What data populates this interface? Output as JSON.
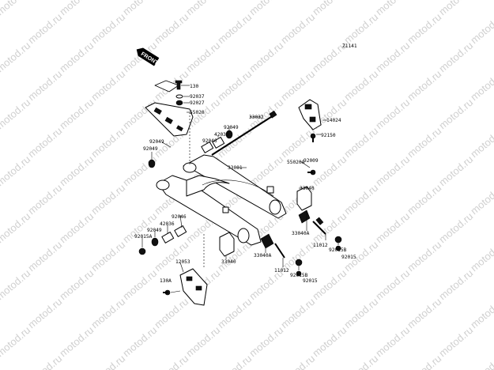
{
  "watermark": "motod.ru",
  "diagram_id": "Z1141",
  "front_tag": "FRONT",
  "part_labels": {
    "p130": "130",
    "p92037": "92037",
    "p92027": "92027",
    "p55020": "55020",
    "p92049_a": "92049",
    "p92046_a": "92046",
    "p42036_a": "42036",
    "p33032": "33032",
    "p92049_b": "92049",
    "p92049_c": "92049",
    "p33001": "33001",
    "p55020A": "55020A",
    "p92009": "92009",
    "p33040_a": "33040",
    "p14024": "14024",
    "p92150": "92150",
    "p92046_b": "92046",
    "p42036_b": "42036",
    "p92049_d": "92049",
    "p92015A": "92015A",
    "p33040A_a": "33040A",
    "p11012_a": "11012",
    "p92015_a": "92015",
    "p92015B_a": "92015B",
    "p33040_b": "33040",
    "p33040A_b": "33040A",
    "p11012_b": "11012",
    "p92015B_b": "92015B",
    "p92015_b": "92015",
    "p12053": "12053",
    "p130A": "130A"
  },
  "colors": {
    "ink": "#000000",
    "watermark": "#d0d0d0",
    "background": "#ffffff"
  }
}
